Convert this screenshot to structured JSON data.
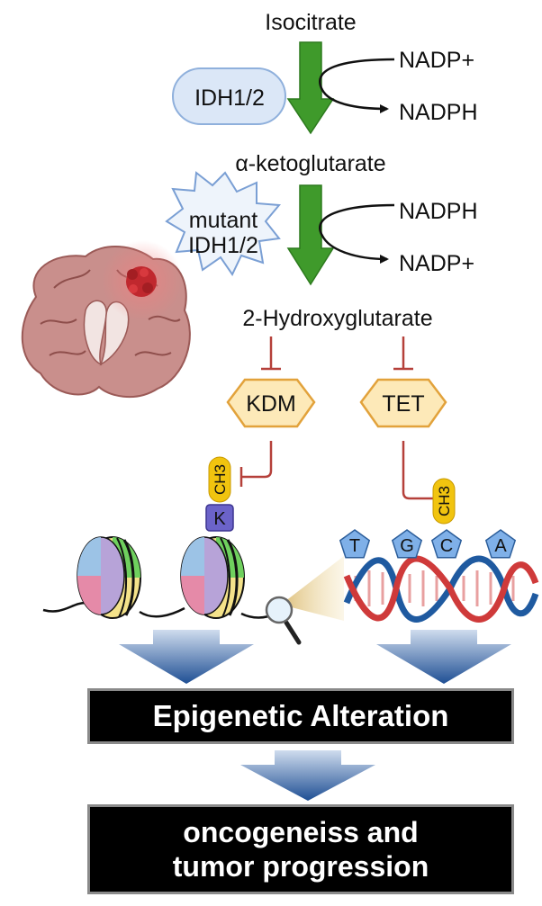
{
  "pathway": {
    "isocitrate": "Isocitrate",
    "enzyme_wt": "IDH1/2",
    "cofactor_in_1": "NADP+",
    "cofactor_out_1": "NADPH",
    "akg": "α-ketoglutarate",
    "enzyme_mut_line1": "mutant",
    "enzyme_mut_line2": "IDH1/2",
    "cofactor_in_2": "NADPH",
    "cofactor_out_2": "NADP+",
    "product": "2-Hydroxyglutarate"
  },
  "targets": {
    "kdm": "KDM",
    "tet": "TET"
  },
  "chromatin": {
    "lysine": "K",
    "methyl_histone": "CH3",
    "methyl_dna": "CH3",
    "bases": [
      "T",
      "G",
      "C",
      "A"
    ]
  },
  "outcomes": {
    "alteration": "Epigenetic Alteration",
    "result_line1": "oncogeneiss and",
    "result_line2": "tumor progression"
  },
  "colors": {
    "green_arrow": "#3f9a2b",
    "inhibit_red": "#b5403a",
    "enzyme_fill": "#fde9b8",
    "enzyme_stroke": "#e2a23b",
    "wt_fill": "#dbe7f7",
    "wt_stroke": "#8fb0dc",
    "mut_fill": "#eef4fb",
    "mut_stroke": "#7a9fd4",
    "methyl": "#f1c40f",
    "lysine": "#6b63c9",
    "base_fill": "#7fb0e8",
    "dna_red": "#cf3a3a",
    "dna_blue": "#1f5aa0",
    "down_arrow": "#2a5ea3"
  }
}
